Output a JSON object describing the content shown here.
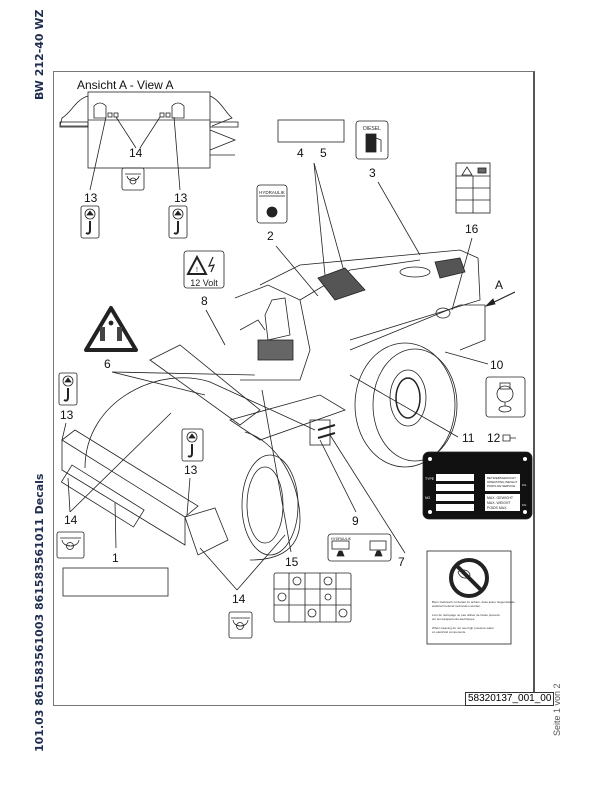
{
  "document": {
    "model": "BW 212-40 WZ",
    "doc_id": "101.03 861583561003 861583561011 Decals",
    "page": "Seite 1 von 2",
    "drawing_number": "58320137_001_00"
  },
  "view": {
    "title": "Ansicht A - View A"
  },
  "callouts": [
    "1",
    "2",
    "3",
    "4",
    "5",
    "6",
    "7",
    "8",
    "9",
    "10",
    "11",
    "12",
    "13",
    "14",
    "15",
    "16",
    "A"
  ],
  "decals": {
    "diesel": "DIESEL",
    "hydraulik": "HYDRAULIK",
    "hydraulik_small": "HYDRAULIK",
    "voltage": "12 Volt",
    "type_plate": {
      "type_label": "TYPE",
      "no_label": "NO",
      "weight_lines": [
        "BETRIEBSGEWICHT",
        "OPERATING WEIGHT",
        "POIDS DE SERVICE"
      ],
      "max_lines": [
        "MAX. GEWICHT",
        "MAX. WEIGHT",
        "POIDS MAX."
      ],
      "unit": "KG"
    },
    "warning_text": [
      "Beim Gebrauch ist darauf zu achten, dass keine Gegenstände",
      "elektrisch leitend verbunden werden.",
      "Lors du nettoyage ne pas utiliser de haute pression",
      "sur les équipements électriques.",
      "When cleaning do not use high pressure water",
      "on electrical components."
    ]
  },
  "colors": {
    "line": "#222222",
    "text_header": "#1f2d4f"
  }
}
